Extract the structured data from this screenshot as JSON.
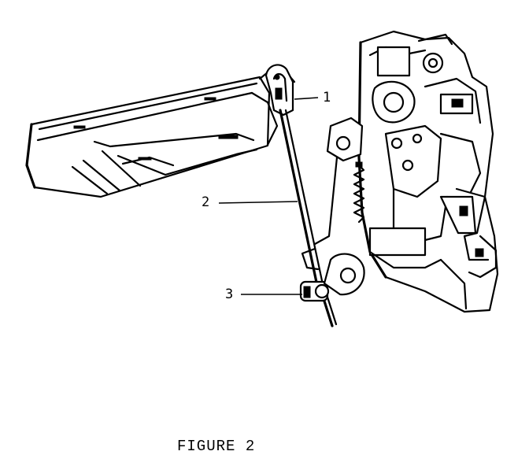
{
  "caption": "FIGURE 2",
  "callouts": [
    {
      "label": "1",
      "name": "callout-1"
    },
    {
      "label": "2",
      "name": "callout-2"
    },
    {
      "label": "3",
      "name": "callout-3"
    }
  ]
}
